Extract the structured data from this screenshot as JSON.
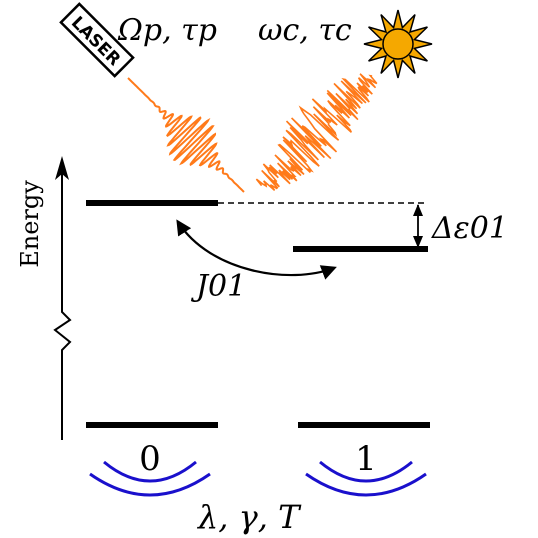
{
  "axis": {
    "label": "Energy"
  },
  "laser": {
    "device_label": "LASER",
    "params_label": "Ωp, τp",
    "color": "#ff7a1a"
  },
  "sun": {
    "params_label": "ωc, τc",
    "icon": "sun-icon",
    "fill_color": "#f5a800"
  },
  "levels": {
    "excited_gap_label": "Δε01",
    "coupling_label": "J01",
    "site_labels": [
      "0",
      "1"
    ]
  },
  "bath": {
    "params_label": "λ, γ, T",
    "color": "#1a10cc"
  }
}
